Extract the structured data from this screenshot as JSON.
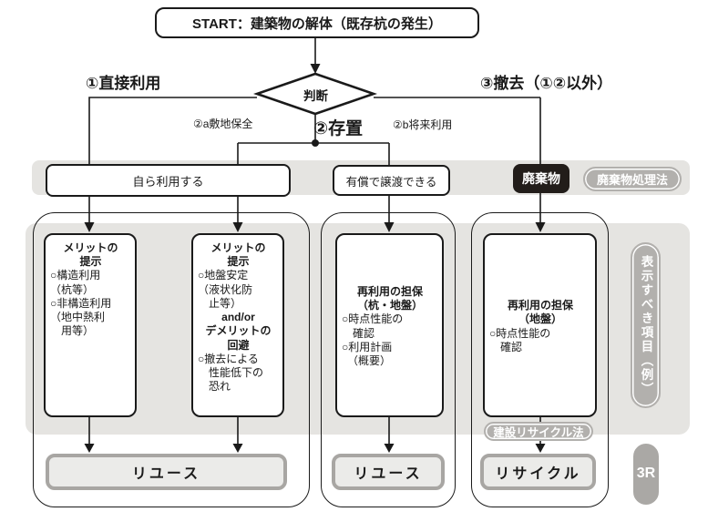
{
  "start": {
    "label": "START：建築物の解体（既存杭の発生）"
  },
  "decision": {
    "label": "判断"
  },
  "branches": {
    "direct_use": "①直接利用",
    "leave_in_place": "②存置",
    "site_preservation": "②a敷地保全",
    "future_use": "②b将来利用",
    "removal": "③撤去（①②以外）"
  },
  "band": {
    "use_self": "自ら利用する",
    "paid_transfer": "有償で譲渡できる",
    "waste": "廃棄物",
    "waste_law": "廃棄物処理法"
  },
  "boxes": {
    "merit1": {
      "title": [
        "メリットの",
        "提示"
      ],
      "body": [
        "○構造利用",
        "（杭等）",
        "○非構造利用",
        "（地中熱利",
        "　用等）"
      ]
    },
    "merit2": {
      "title": [
        "メリットの",
        "提示"
      ],
      "body1": [
        "○地盤安定",
        "（液状化防",
        "　止等）"
      ],
      "connector": "and/or",
      "title2": [
        "デメリットの",
        "回避"
      ],
      "body2": [
        "○撤去による",
        "　性能低下の",
        "　恐れ"
      ]
    },
    "guarantee_pile": {
      "title": [
        "再利用の担保",
        "（杭・地盤）"
      ],
      "body": [
        "○時点性能の",
        "　確認",
        "○利用計画",
        "　（概要）"
      ]
    },
    "guarantee_ground": {
      "title": [
        "再利用の担保",
        "（地盤）"
      ],
      "body": [
        "○時点性能の",
        "　確認"
      ]
    }
  },
  "outcomes": {
    "reuse1": "リユース",
    "reuse2": "リユース",
    "recycle": "リサイクル"
  },
  "side": {
    "display_items": "表示すべき項目（例）",
    "construction_recycle_law": "建設リサイクル法",
    "three_r": "3R"
  },
  "colors": {
    "panel_gray": "#e5e4e1",
    "pill_gray": "#b2b0ad",
    "ink": "#1a1a1a",
    "bar_border": "#a8a6a3",
    "bar_fill": "#ebebe9",
    "waste_bg": "#221d1a"
  }
}
